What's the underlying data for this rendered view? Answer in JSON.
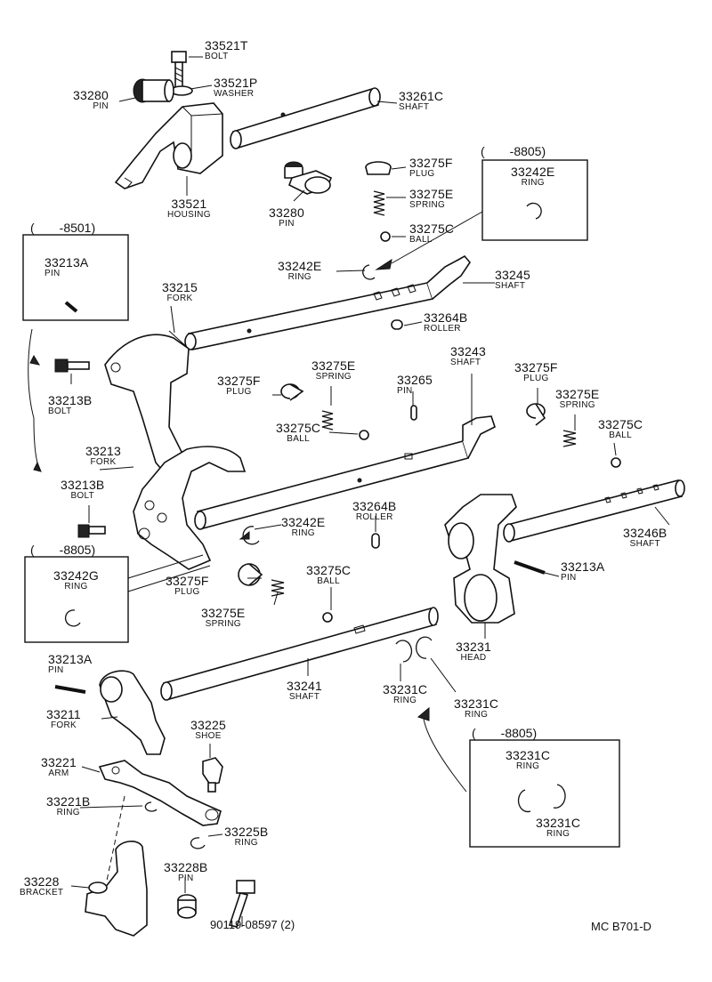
{
  "parts": [
    {
      "id": "p1",
      "num": "33521T",
      "name": "BOLT"
    },
    {
      "id": "p2",
      "num": "33521P",
      "name": "WASHER"
    },
    {
      "id": "p3",
      "num": "33280",
      "name": "PIN"
    },
    {
      "id": "p4",
      "num": "33261C",
      "name": "SHAFT"
    },
    {
      "id": "p5",
      "num": "33521",
      "name": "HOUSING"
    },
    {
      "id": "p6",
      "num": "33280",
      "name": "PIN"
    },
    {
      "id": "p7",
      "num": "33275F",
      "name": "PLUG"
    },
    {
      "id": "p8",
      "num": "33275E",
      "name": "SPRING"
    },
    {
      "id": "p9",
      "num": "33275C",
      "name": "BALL"
    },
    {
      "id": "p10",
      "num": "33242E",
      "name": "RING"
    },
    {
      "id": "p11",
      "num": "33242E",
      "name": "RING"
    },
    {
      "id": "p12",
      "num": "33245",
      "name": "SHAFT"
    },
    {
      "id": "p13",
      "num": "33213A",
      "name": "PIN"
    },
    {
      "id": "p14",
      "num": "33215",
      "name": "FORK"
    },
    {
      "id": "p15",
      "num": "33264B",
      "name": "ROLLER"
    },
    {
      "id": "p16",
      "num": "33213B",
      "name": "BOLT"
    },
    {
      "id": "p17",
      "num": "33275F",
      "name": "PLUG"
    },
    {
      "id": "p18",
      "num": "33275E",
      "name": "SPRING"
    },
    {
      "id": "p19",
      "num": "33265",
      "name": "PIN"
    },
    {
      "id": "p20",
      "num": "33243",
      "name": "SHAFT"
    },
    {
      "id": "p21",
      "num": "33275F",
      "name": "PLUG"
    },
    {
      "id": "p22",
      "num": "33275E",
      "name": "SPRING"
    },
    {
      "id": "p23",
      "num": "33275C",
      "name": "BALL"
    },
    {
      "id": "p24",
      "num": "33275C",
      "name": "BALL"
    },
    {
      "id": "p25",
      "num": "33213",
      "name": "FORK"
    },
    {
      "id": "p26",
      "num": "33213B",
      "name": "BOLT"
    },
    {
      "id": "p27",
      "num": "33264B",
      "name": "ROLLER"
    },
    {
      "id": "p28",
      "num": "33242E",
      "name": "RING"
    },
    {
      "id": "p29",
      "num": "33246B",
      "name": "SHAFT"
    },
    {
      "id": "p30",
      "num": "33242G",
      "name": "RING"
    },
    {
      "id": "p31",
      "num": "33275F",
      "name": "PLUG"
    },
    {
      "id": "p32",
      "num": "33275C",
      "name": "BALL"
    },
    {
      "id": "p33",
      "num": "33213A",
      "name": "PIN"
    },
    {
      "id": "p34",
      "num": "33275E",
      "name": "SPRING"
    },
    {
      "id": "p35",
      "num": "33231",
      "name": "HEAD"
    },
    {
      "id": "p36",
      "num": "33213A",
      "name": "PIN"
    },
    {
      "id": "p37",
      "num": "33241",
      "name": "SHAFT"
    },
    {
      "id": "p38",
      "num": "33231C",
      "name": "RING"
    },
    {
      "id": "p39",
      "num": "33231C",
      "name": "RING"
    },
    {
      "id": "p40",
      "num": "33211",
      "name": "FORK"
    },
    {
      "id": "p41",
      "num": "33225",
      "name": "SHOE"
    },
    {
      "id": "p42",
      "num": "33221",
      "name": "ARM"
    },
    {
      "id": "p43",
      "num": "33231C",
      "name": "RING"
    },
    {
      "id": "p44",
      "num": "33231C",
      "name": "RING"
    },
    {
      "id": "p45",
      "num": "33221B",
      "name": "RING"
    },
    {
      "id": "p46",
      "num": "33225B",
      "name": "RING"
    },
    {
      "id": "p47",
      "num": "33228",
      "name": "BRACKET"
    },
    {
      "id": "p48",
      "num": "33228B",
      "name": "PIN"
    }
  ],
  "notes": {
    "box_8805_a": "(　　-8805)",
    "box_8501": "(　　-8501)",
    "box_8805_b": "(　　-8805)",
    "box_8805_c": "(　　-8805)",
    "bolt_part": "90119-08597 (2)",
    "ref_code": "MC  B701-D"
  }
}
